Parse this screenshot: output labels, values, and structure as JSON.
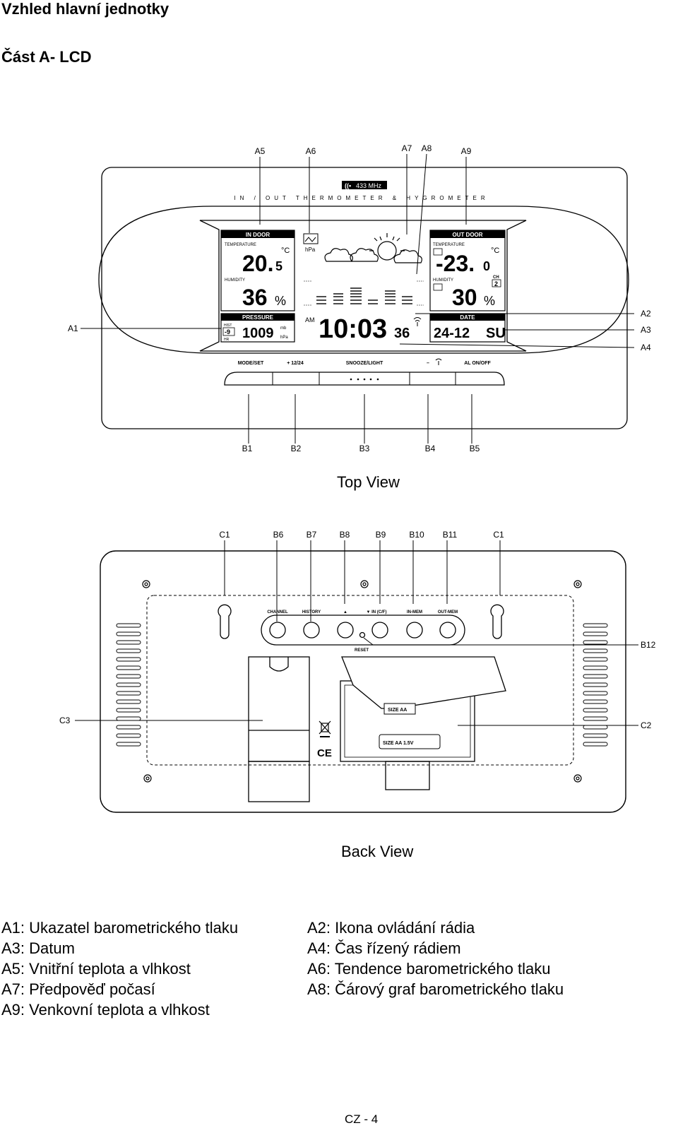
{
  "heading": "Vzhled hlavní jednotky",
  "subheading": "Část A- LCD",
  "top_view": {
    "caption": "Top View",
    "callouts_top": [
      "A5",
      "A6",
      "A7",
      "A8",
      "A9"
    ],
    "callouts_side": [
      "A1",
      "A2",
      "A3",
      "A4"
    ],
    "callouts_bottom": [
      "B1",
      "B2",
      "B3",
      "B4",
      "B5"
    ],
    "brand_badge": "433 MHz",
    "banner": "IN / OUT  THERMOMETER & HYGROMETER",
    "indoor": {
      "title": "IN DOOR",
      "temp_label": "TEMPERATURE",
      "temp_int": "20.",
      "temp_dec": "5",
      "unit": "°C",
      "humidity_label": "HUMIDITY",
      "humidity": "36",
      "pct": "%"
    },
    "outdoor": {
      "title": "OUT DOOR",
      "temp_label": "TEMPERATURE",
      "temp_int": "-23.",
      "temp_dec": "0",
      "unit": "°C",
      "humidity_label": "HUMIDITY",
      "humidity": "30",
      "pct": "%",
      "channel_label": "CH",
      "channel": "2"
    },
    "pressure": {
      "title": "PRESSURE",
      "hist_label": "HIST",
      "hist_value": "-9",
      "hr_label": "HR",
      "value": "1009",
      "unit_mb": "mb",
      "unit_hpa": "hPa"
    },
    "trend_unit": "hPa",
    "clock": {
      "ampm": "AM",
      "time": "10:03",
      "seconds": "36"
    },
    "date": {
      "title": "DATE",
      "value": "24-12",
      "weekday": "SU"
    },
    "buttons": [
      "MODE/SET",
      "+ 12/24",
      "SNOOZE/LIGHT",
      "–",
      "AL ON/OFF"
    ]
  },
  "back_view": {
    "caption": "Back View",
    "callouts_top": [
      "C1",
      "B6",
      "B7",
      "B8",
      "B9",
      "B10",
      "B11",
      "C1"
    ],
    "callouts_side": [
      "B12",
      "C2",
      "C3"
    ],
    "buttons": [
      "CHANNEL",
      "HISTORY",
      "▲",
      "▼ IN (C/F)",
      "IN-MEM",
      "OUT-MEM"
    ],
    "reset_label": "RESET",
    "battery_1": "SIZE AA",
    "battery_2": "SIZE AA 1.5V",
    "ce_mark": "CE"
  },
  "legend_left": [
    "A1: Ukazatel barometrického tlaku",
    "A3: Datum",
    "A5: Vnitřní teplota a vlhkost",
    "A7: Předpověď počasí",
    "A9: Venkovní teplota a vlhkost"
  ],
  "legend_right": [
    "A2: Ikona ovládání rádia",
    "A4: Čas řízený rádiem",
    "A6: Tendence barometrického tlaku",
    "A8: Čárový graf barometrického tlaku"
  ],
  "footer": "CZ - 4"
}
